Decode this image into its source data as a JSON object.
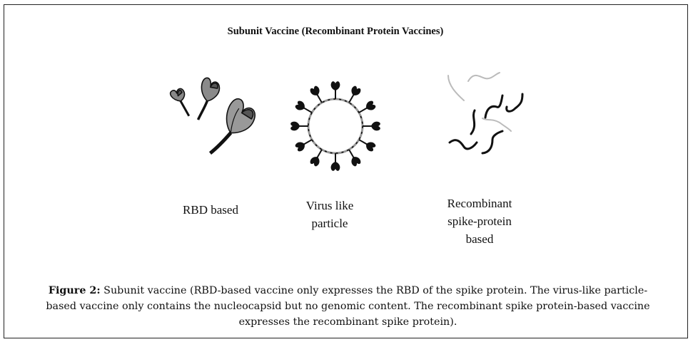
{
  "figure": {
    "title": "Subunit Vaccine (Recombinant  Protein Vaccines)",
    "panels": [
      {
        "label_lines": [
          "RBD based"
        ],
        "icon": "rbd-protein-icon"
      },
      {
        "label_lines": [
          "Virus  like",
          "particle"
        ],
        "icon": "virus-like-particle-icon"
      },
      {
        "label_lines": [
          "Recombinant",
          "spike-protein",
          "based"
        ],
        "icon": "spike-protein-strands-icon"
      }
    ],
    "caption_label": "Figure 2:",
    "caption_line1": " Subunit vaccine (RBD-based vaccine only expresses the RBD of the spike protein. The virus-like particle-",
    "caption_line2": "based vaccine only contains the nucleocapsid but no genomic content. The recombinant spike protein-based vaccine",
    "caption_line3": "expresses the recombinant spike protein)."
  }
}
